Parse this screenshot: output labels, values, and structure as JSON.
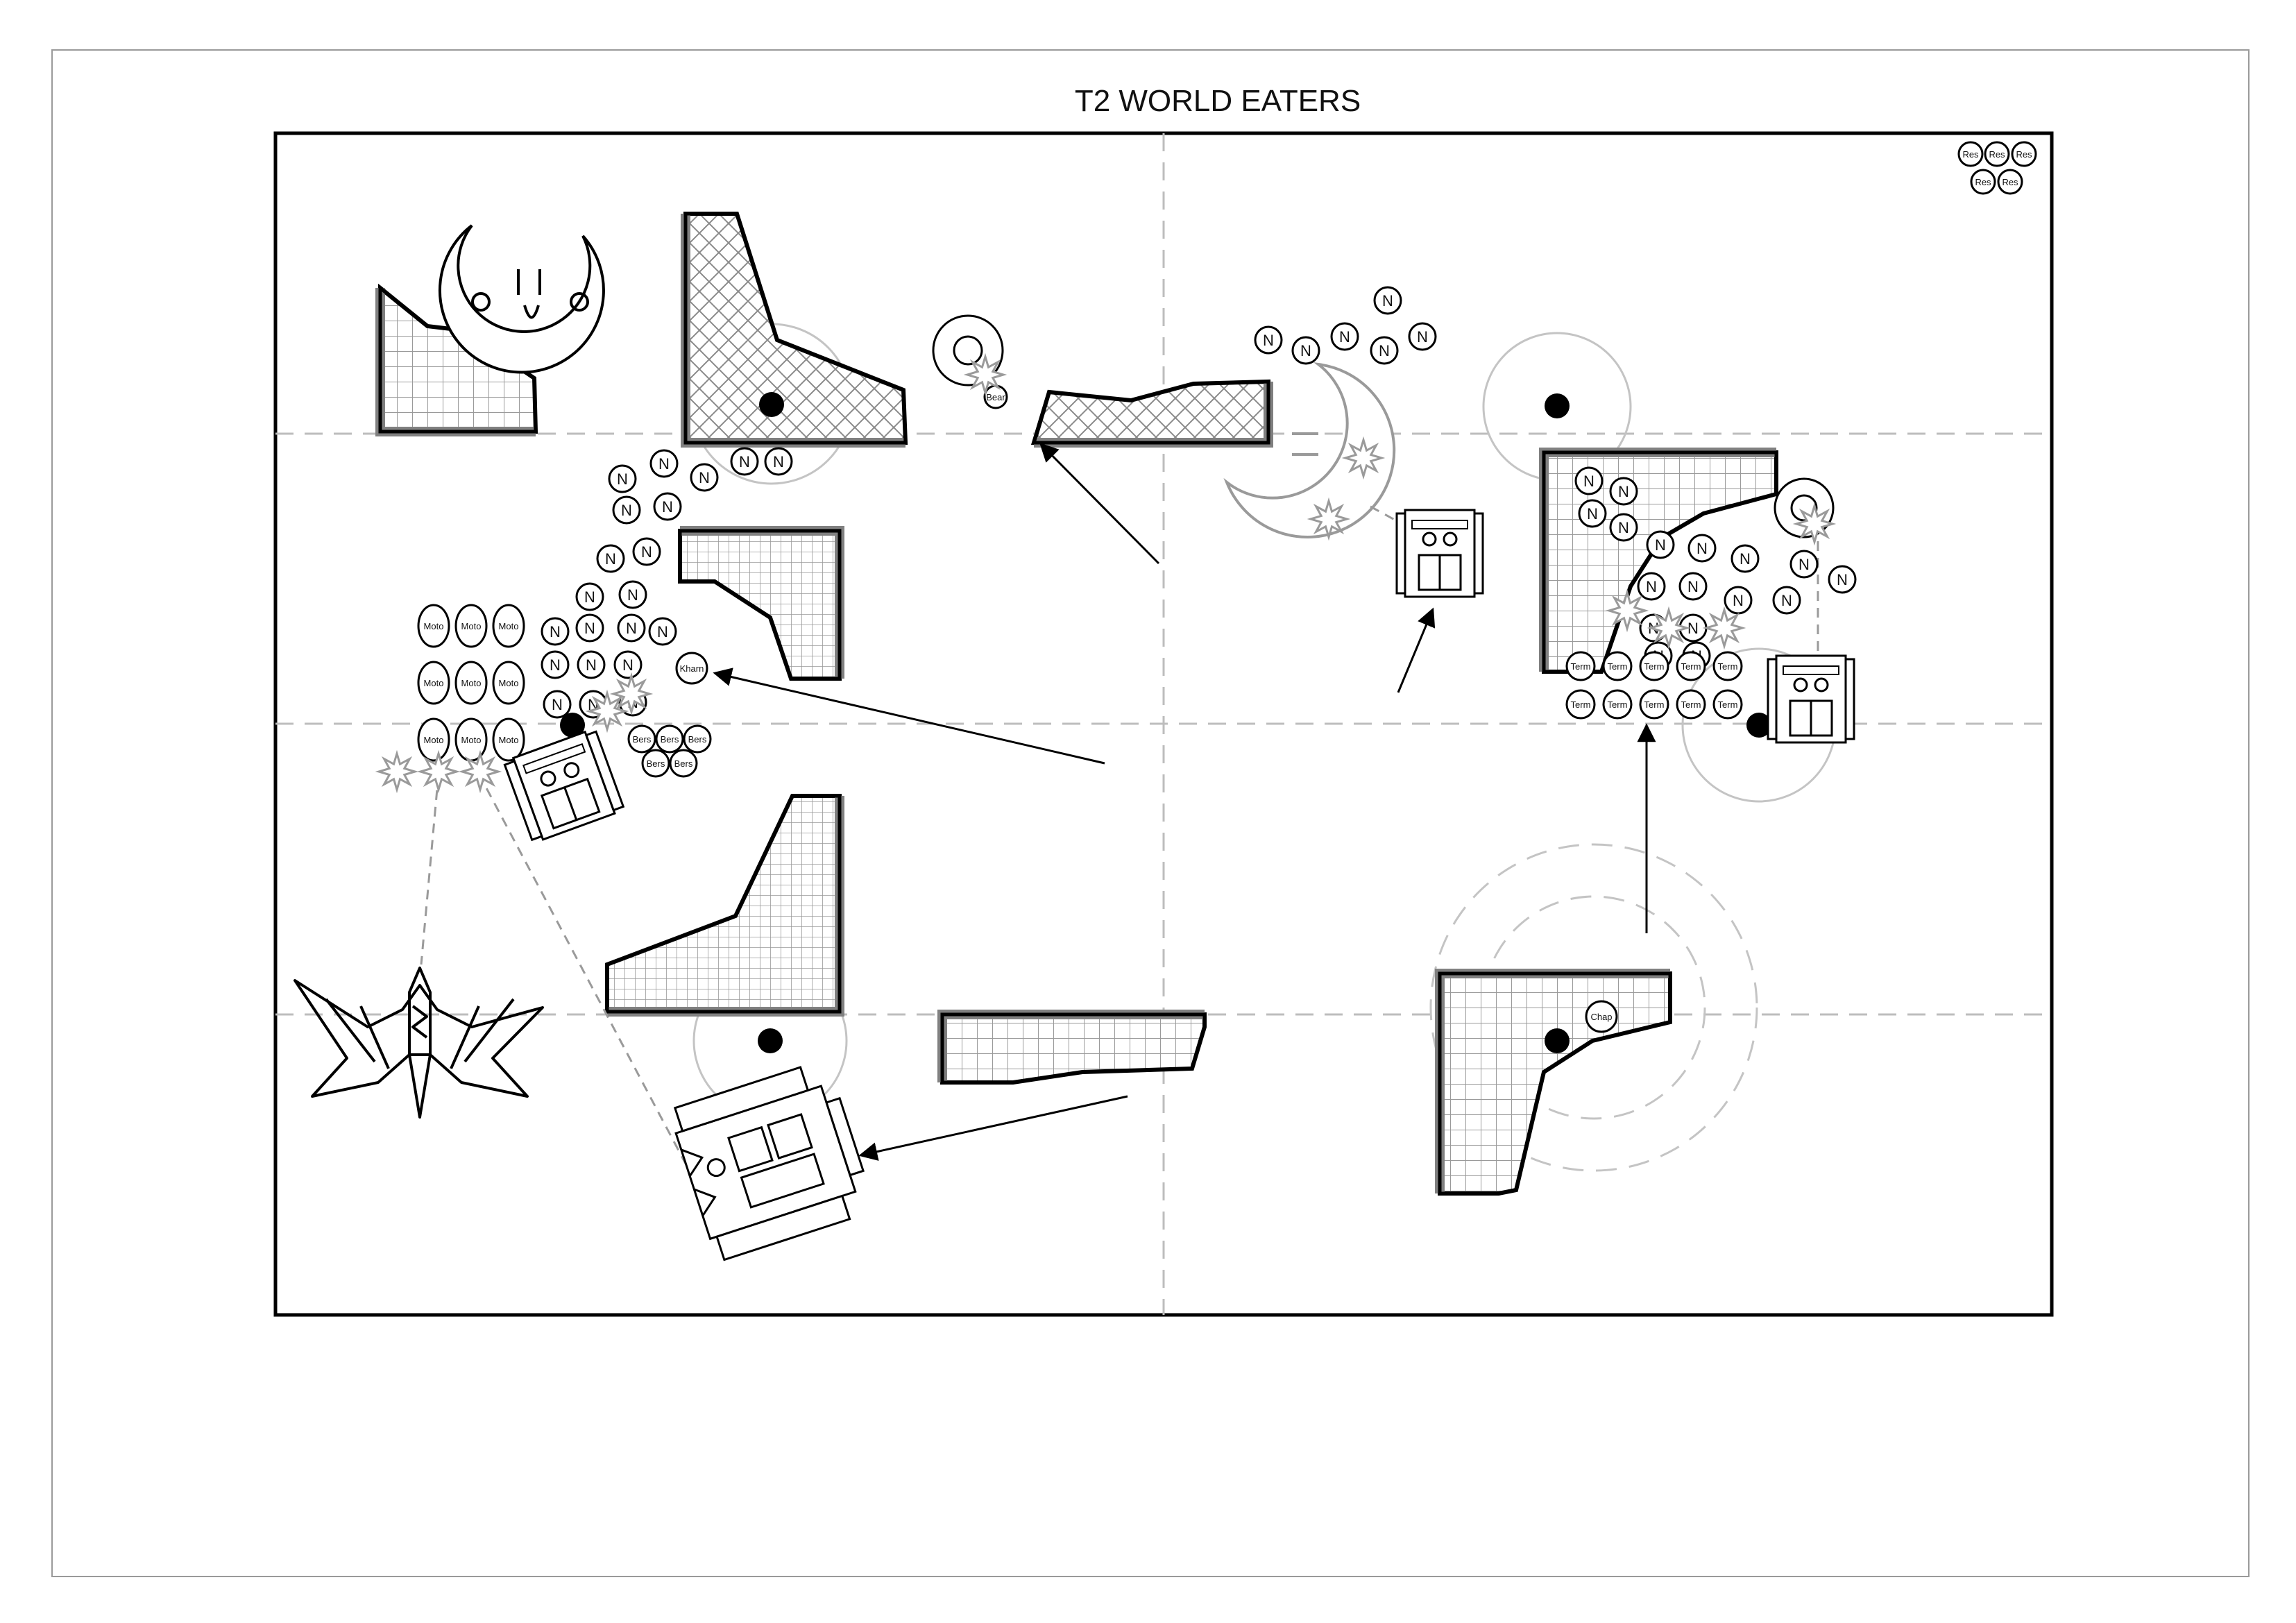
{
  "title": "T2 WORLD EATERS",
  "token_labels": {
    "n": "N",
    "moto": "Moto",
    "kharn": "Kharn",
    "berserker": "Bers",
    "terminator": "Term",
    "chaplain": "Chap",
    "reserve": "Res",
    "bear": "Bear"
  },
  "colors": {
    "wall": "#808080",
    "grid": "#999999",
    "guide": "#c0c0c0",
    "blast": "#aaaaaa",
    "ink": "#111111"
  },
  "icons": [
    "objective-marker-icon",
    "move-arrow-icon",
    "blast-marker-icon",
    "tank-icon",
    "dragon-icon",
    "crescent-icon"
  ]
}
